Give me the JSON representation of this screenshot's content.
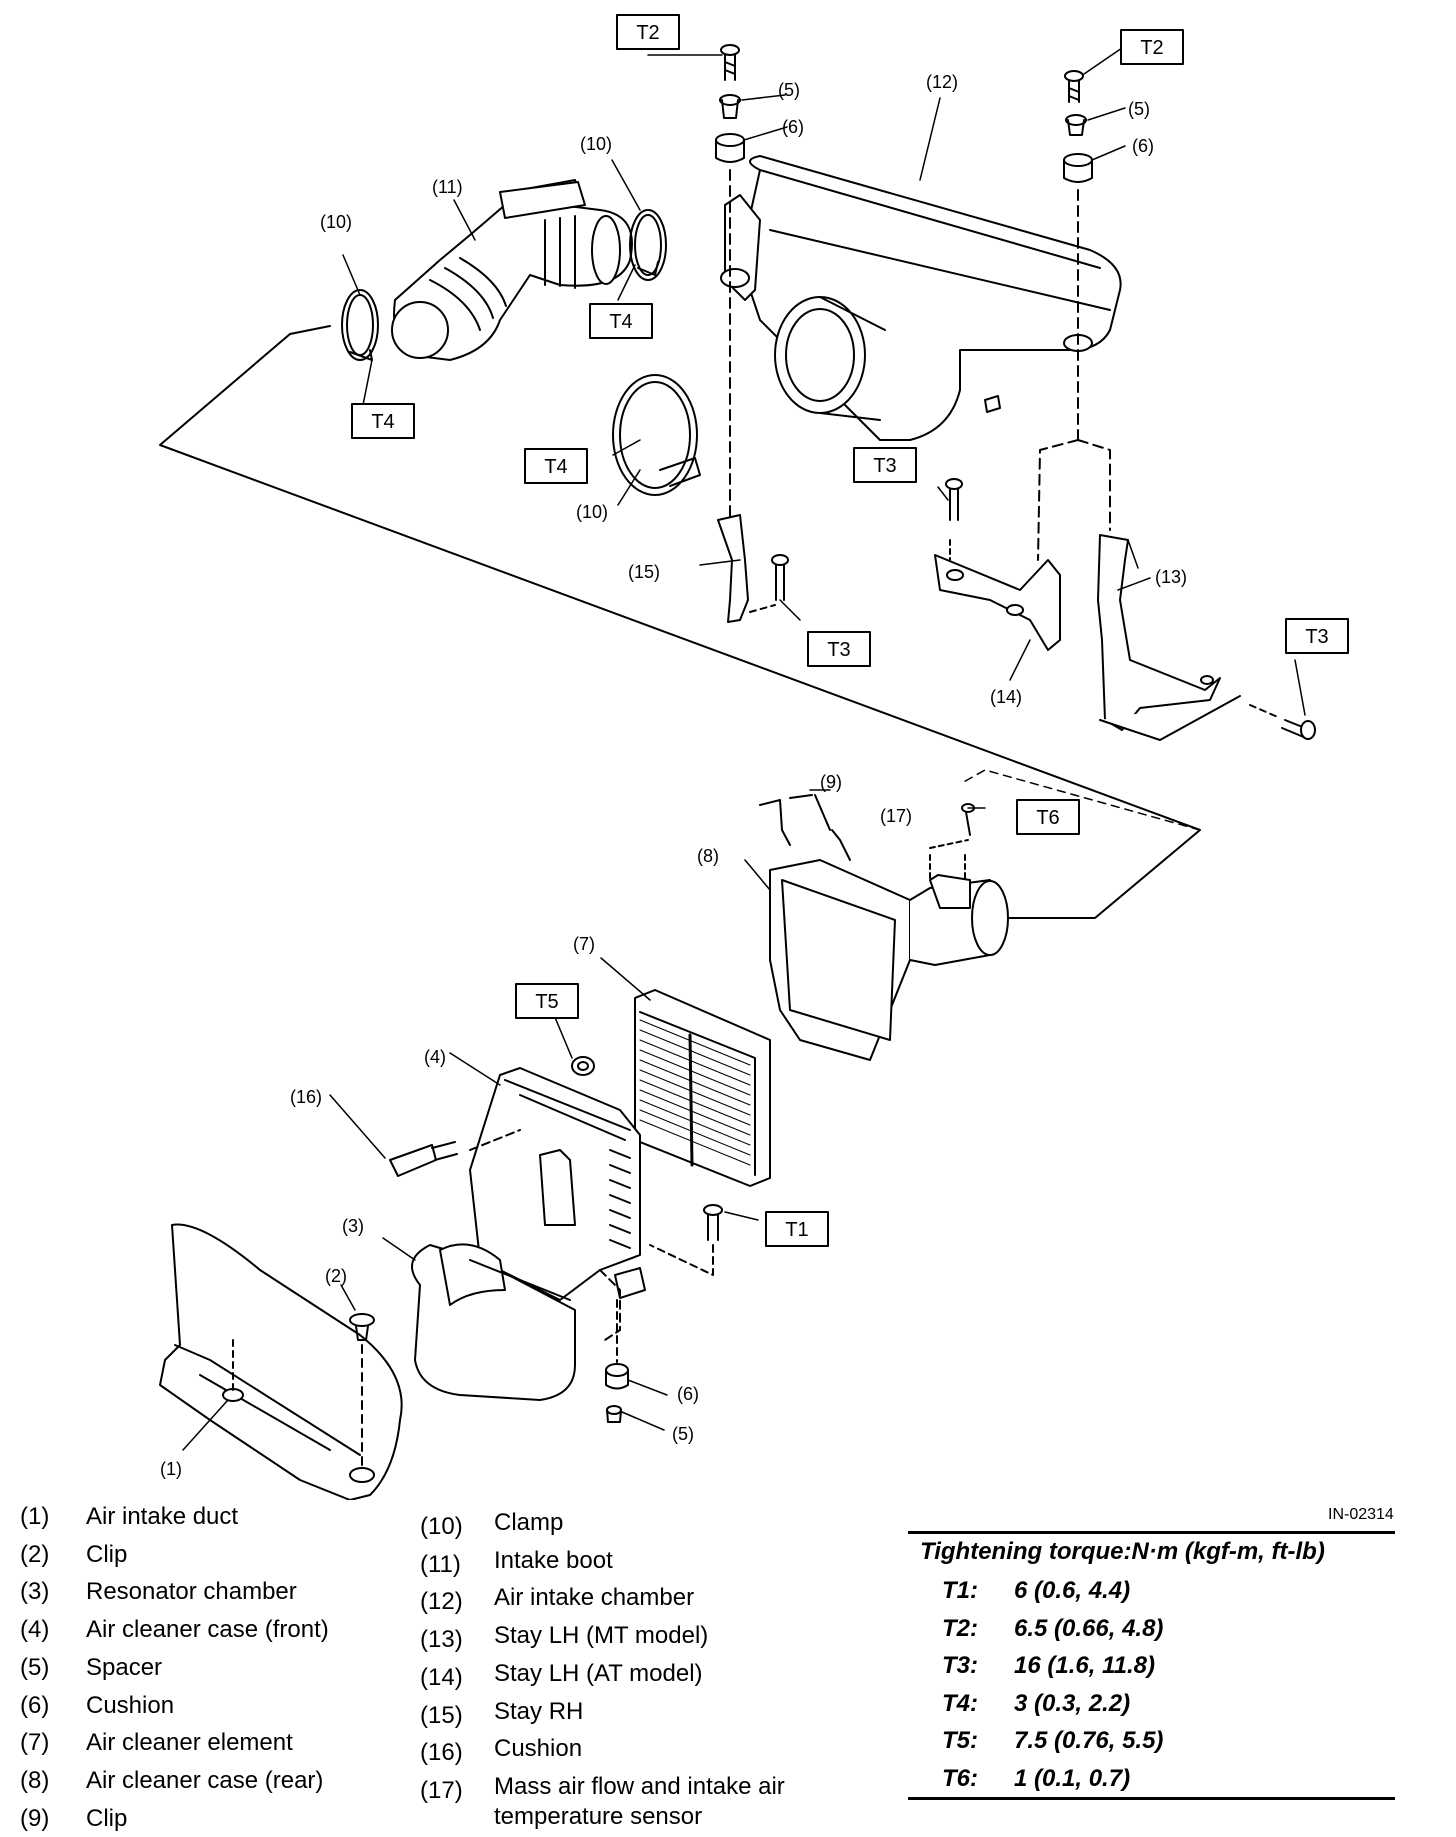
{
  "figure_ref": "IN-02314",
  "torque_table": {
    "header": "Tightening torque:N·m (kgf-m, ft-lb)",
    "rows": [
      {
        "key": "T1:",
        "value": "6 (0.6, 4.4)"
      },
      {
        "key": "T2:",
        "value": "6.5 (0.66, 4.8)"
      },
      {
        "key": "T3:",
        "value": "16 (1.6, 11.8)"
      },
      {
        "key": "T4:",
        "value": "3 (0.3, 2.2)"
      },
      {
        "key": "T5:",
        "value": "7.5 (0.76, 5.5)"
      },
      {
        "key": "T6:",
        "value": "1 (0.1, 0.7)"
      }
    ]
  },
  "legend_left": [
    {
      "num": "(1)",
      "name": "Air intake duct"
    },
    {
      "num": "(2)",
      "name": "Clip"
    },
    {
      "num": "(3)",
      "name": "Resonator chamber"
    },
    {
      "num": "(4)",
      "name": "Air cleaner case (front)"
    },
    {
      "num": "(5)",
      "name": "Spacer"
    },
    {
      "num": "(6)",
      "name": "Cushion"
    },
    {
      "num": "(7)",
      "name": "Air cleaner element"
    },
    {
      "num": "(8)",
      "name": "Air cleaner case (rear)"
    },
    {
      "num": "(9)",
      "name": "Clip"
    }
  ],
  "legend_right": [
    {
      "num": "(10)",
      "name": "Clamp"
    },
    {
      "num": "(11)",
      "name": "Intake boot"
    },
    {
      "num": "(12)",
      "name": "Air intake chamber"
    },
    {
      "num": "(13)",
      "name": "Stay LH (MT model)"
    },
    {
      "num": "(14)",
      "name": "Stay LH (AT model)"
    },
    {
      "num": "(15)",
      "name": "Stay RH"
    },
    {
      "num": "(16)",
      "name": "Cushion"
    },
    {
      "num": "(17)",
      "name": "Mass air flow and intake air temperature sensor"
    }
  ],
  "diagram": {
    "torque_tags": [
      "T1",
      "T2",
      "T3",
      "T4",
      "T5",
      "T6"
    ],
    "callouts": [
      "(1)",
      "(2)",
      "(3)",
      "(4)",
      "(5)",
      "(6)",
      "(7)",
      "(8)",
      "(9)",
      "(10)",
      "(11)",
      "(12)",
      "(13)",
      "(14)",
      "(15)",
      "(16)",
      "(17)"
    ]
  }
}
